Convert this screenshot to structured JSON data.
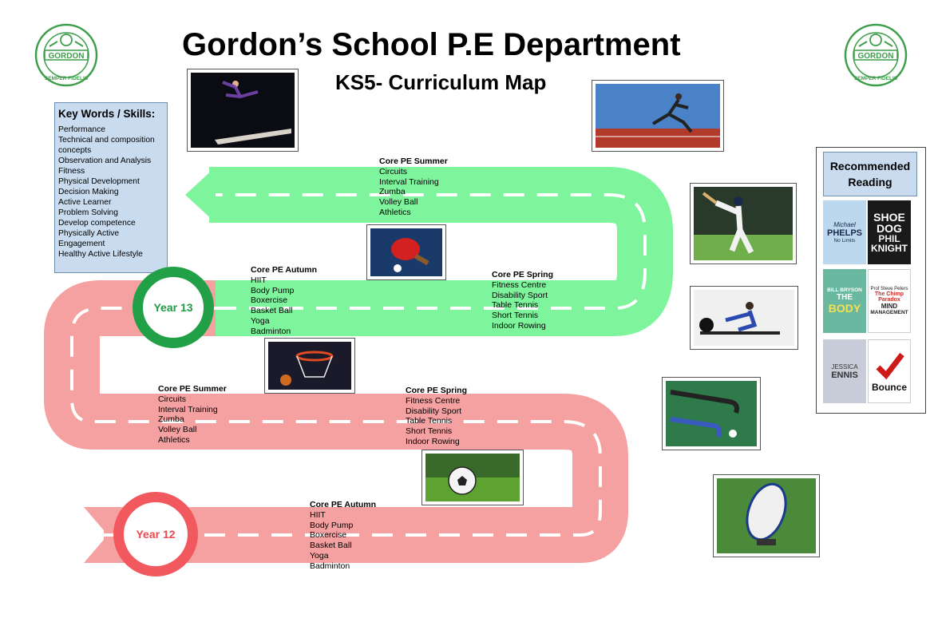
{
  "header": {
    "title": "Gordon’s School P.E Department",
    "subtitle": "KS5- Curriculum Map",
    "logo_text": "GORDON",
    "logo_motto": "SEMPER FIDELIS"
  },
  "key_words": {
    "heading": "Key Words / Skills:",
    "items": [
      "Performance",
      "Technical and composition",
      "concepts",
      "Observation and Analysis",
      "Fitness",
      "Physical Development",
      "Decision Making",
      "Active Learner",
      "Problem Solving",
      "Develop competence",
      "Physically Active",
      "Engagement",
      "Healthy Active Lifestyle"
    ]
  },
  "year13": {
    "label": "Year 13",
    "summer": {
      "heading": "Core PE Summer",
      "items": [
        "Circuits",
        "Interval Training",
        "Zumba",
        "Volley Ball",
        "Athletics"
      ]
    },
    "autumn": {
      "heading": "Core PE Autumn",
      "items": [
        "HIIT",
        "Body Pump",
        "Boxercise",
        "Basket Ball",
        "Yoga",
        "Badminton"
      ]
    },
    "spring": {
      "heading": "Core PE Spring",
      "items": [
        "Fitness Centre",
        "Disability Sport",
        "Table Tennis",
        "Short Tennis",
        "Indoor Rowing"
      ]
    }
  },
  "year12": {
    "label": "Year 12",
    "summer": {
      "heading": "Core PE Summer",
      "items": [
        "Circuits",
        "Interval Training",
        "Zumba",
        "Volley Ball",
        "Athletics"
      ]
    },
    "spring": {
      "heading": "Core PE Spring",
      "items": [
        "Fitness Centre",
        "Disability Sport",
        "Table Tennis",
        "Short Tennis",
        "Indoor Rowing"
      ]
    },
    "autumn": {
      "heading": "Core PE Autumn",
      "items": [
        "HIIT",
        "Body Pump",
        "Boxercise",
        "Basket Ball",
        "Yoga",
        "Badminton"
      ]
    }
  },
  "reading": {
    "heading": "Recommended Reading",
    "books": [
      {
        "lines": [
          "Michael",
          "PHELPS",
          "No Limits"
        ]
      },
      {
        "lines": [
          "SHOE",
          "DOG",
          "PHIL",
          "KNIGHT"
        ]
      },
      {
        "lines": [
          "BILL BRYSON",
          "THE",
          "BODY"
        ]
      },
      {
        "lines": [
          "Prof Steve Peters",
          "The Chimp Paradox",
          "MIND",
          "MANAGEMENT"
        ]
      },
      {
        "lines": [
          "JESSICA",
          "ENNIS"
        ]
      },
      {
        "lines": [
          "Bounce"
        ]
      }
    ]
  },
  "colors": {
    "road_green": "#7ef49d",
    "road_red": "#f6a1a1",
    "year13_ring": "#22a047",
    "year12_ring": "#f2595f",
    "panel_blue": "#c9dcef",
    "logo_green": "#3d9e4a"
  }
}
